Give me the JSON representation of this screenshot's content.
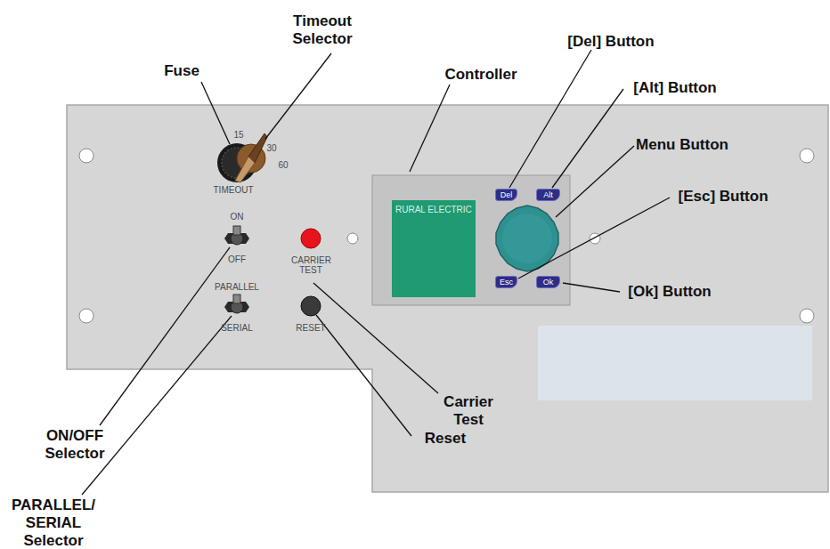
{
  "diagram": {
    "nodes": [
      {
        "text": [
          "RURAL ELECTRIC"
        ]
      },
      {
        "text": [
          "Del"
        ]
      },
      {
        "text": [
          "Alt"
        ]
      },
      {
        "text": [
          "Esc"
        ]
      },
      {
        "text": [
          "Ok"
        ]
      }
    ],
    "labels": [
      "Fuse",
      "Timeout Selector",
      "Controller",
      "[Del] Button",
      "[Alt] Button",
      "Menu Button",
      "[Esc] Button",
      "[Ok] Button",
      "Carrier Test",
      "Reset",
      "ON/OFF Selector",
      "PARALLEL/ SERIAL Selector",
      "15",
      "30",
      "60",
      "TIMEOUT",
      "ON",
      "OFF",
      "PARALLEL",
      "SERIAL",
      "CARRIER TEST",
      "RESET"
    ]
  }
}
